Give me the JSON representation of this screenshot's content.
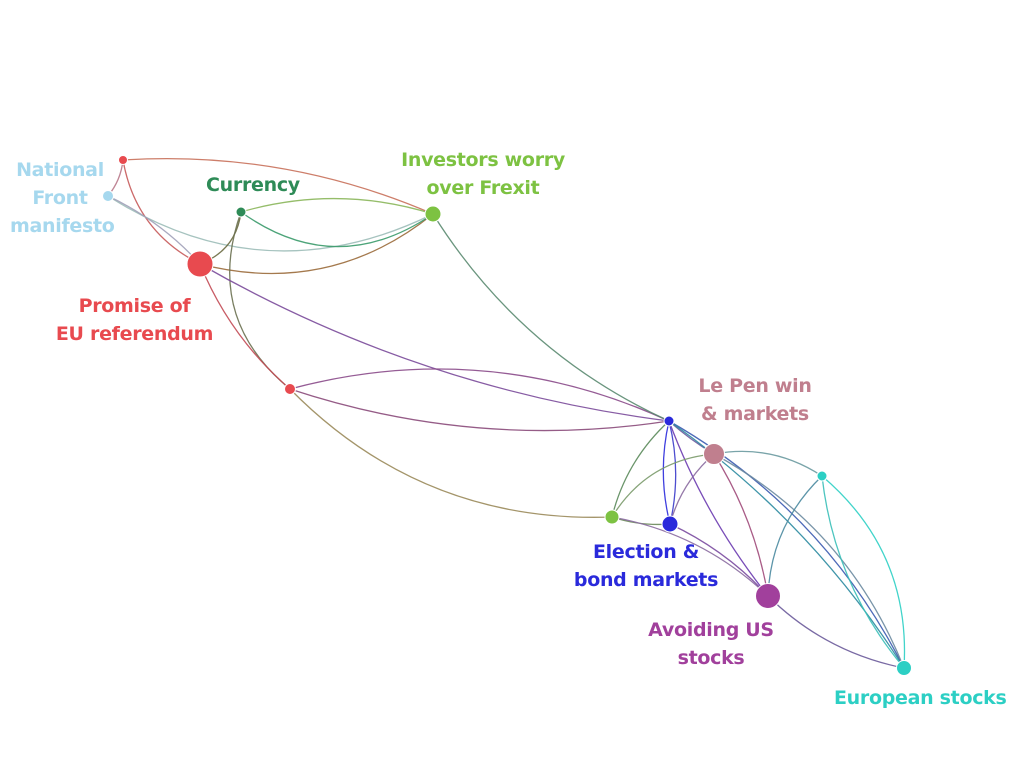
{
  "colors": {
    "national_front": "#a6d8ee",
    "currency": "#2e8b57",
    "investors": "#7dc242",
    "promise": "#e84a4f",
    "lepen": "#c07f8e",
    "election": "#2a2adb",
    "avoiding": "#a1409c",
    "european": "#2ccfc4"
  },
  "labels": {
    "national_front": "National\nFront\nmanifesto",
    "currency": "Currency",
    "investors": "Investors worry\nover Frexit",
    "promise": "Promise of\nEU referendum",
    "lepen": "Le Pen win\n& markets",
    "election": "Election &\nbond markets",
    "avoiding": "Avoiding US\nstocks",
    "european": "European stocks"
  }
}
